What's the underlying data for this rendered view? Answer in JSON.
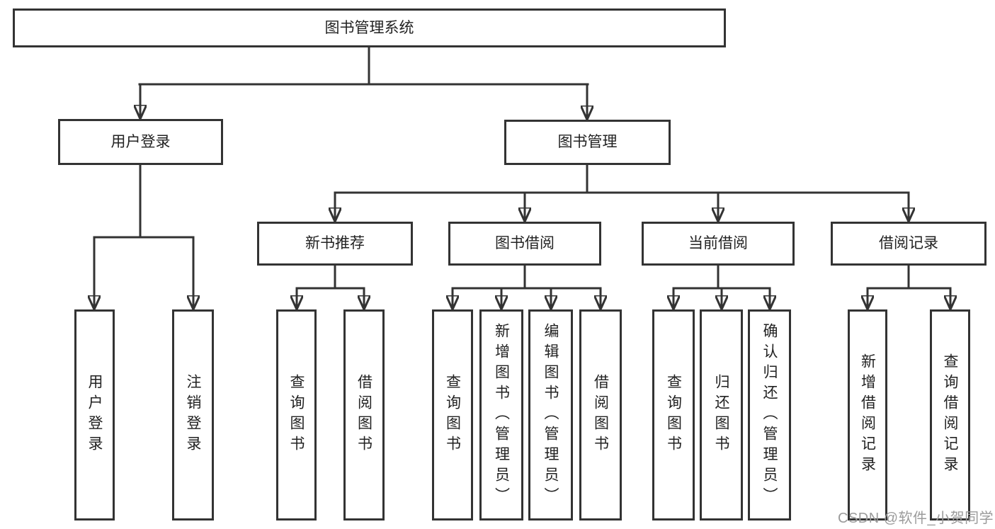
{
  "watermark": {
    "text": "CSDN @软件_小贺同学",
    "color": "#9b9b9b"
  },
  "colors": {
    "line": "#333333",
    "box_border": "#333333",
    "box_fill": "#ffffff",
    "text": "#222222",
    "background": "#ffffff"
  },
  "tree": {
    "label": "图书管理系统",
    "children": [
      {
        "label": "用户登录",
        "children": [
          {
            "label": "用户登录"
          },
          {
            "label": "注销登录"
          }
        ]
      },
      {
        "label": "图书管理",
        "children": [
          {
            "label": "新书推荐",
            "children": [
              {
                "label": "查询图书"
              },
              {
                "label": "借阅图书"
              }
            ]
          },
          {
            "label": "图书借阅",
            "children": [
              {
                "label": "查询图书"
              },
              {
                "label": "新增图书（管理员）"
              },
              {
                "label": "编辑图书（管理员）"
              },
              {
                "label": "借阅图书"
              }
            ]
          },
          {
            "label": "当前借阅",
            "children": [
              {
                "label": "查询图书"
              },
              {
                "label": "归还图书"
              },
              {
                "label": "确认归还（管理员）"
              }
            ]
          },
          {
            "label": "借阅记录",
            "children": [
              {
                "label": "新增借阅记录"
              },
              {
                "label": "查询借阅记录"
              }
            ]
          }
        ]
      }
    ]
  }
}
